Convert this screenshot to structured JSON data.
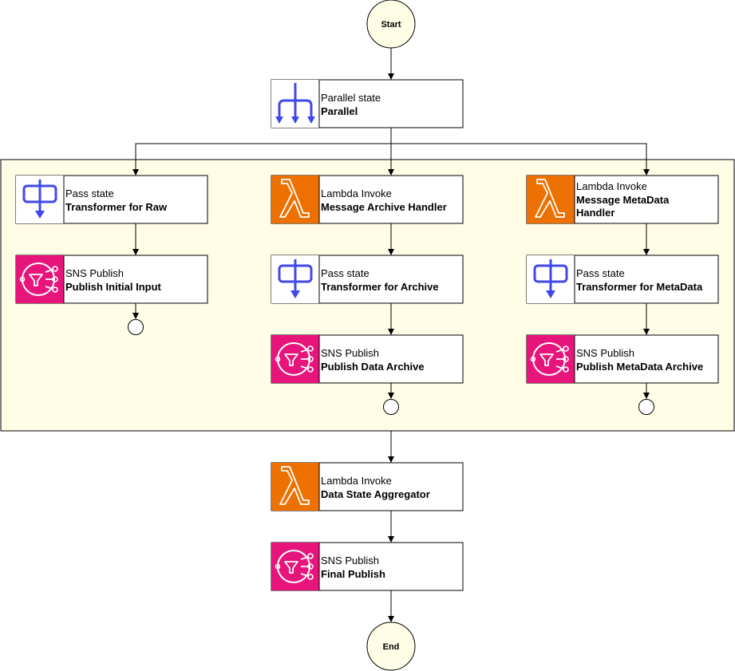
{
  "start_label": "Start",
  "end_label": "End",
  "colors": {
    "terminal_fill": "#fffde6",
    "parallel_region_fill": "#fffde6",
    "lambda_orange": "#ed7100",
    "sns_pink": "#e7157b",
    "state_blue": "#3f48e9"
  },
  "nodes": {
    "parallel": {
      "type": "Parallel state",
      "name": "Parallel",
      "icon": "parallel-state-icon"
    },
    "transformer_raw": {
      "type": "Pass state",
      "name": "Transformer for Raw",
      "icon": "pass-state-icon"
    },
    "publish_initial": {
      "type": "SNS Publish",
      "name": "Publish Initial Input",
      "icon": "sns-icon"
    },
    "archive_handler": {
      "type": "Lambda Invoke",
      "name": "Message Archive Handler",
      "icon": "lambda-icon"
    },
    "transformer_archive": {
      "type": "Pass state",
      "name": "Transformer for Archive",
      "icon": "pass-state-icon"
    },
    "publish_archive": {
      "type": "SNS Publish",
      "name": "Publish Data Archive",
      "icon": "sns-icon"
    },
    "metadata_handler": {
      "type": "Lambda Invoke",
      "name_line1": "Message MetaData",
      "name_line2": "Handler",
      "icon": "lambda-icon"
    },
    "transformer_metadata": {
      "type": "Pass state",
      "name": "Transformer for MetaData",
      "icon": "pass-state-icon"
    },
    "publish_metadata": {
      "type": "SNS Publish",
      "name": "Publish MetaData Archive",
      "icon": "sns-icon"
    },
    "aggregator": {
      "type": "Lambda Invoke",
      "name": "Data State Aggregator",
      "icon": "lambda-icon"
    },
    "final_publish": {
      "type": "SNS Publish",
      "name": "Final Publish",
      "icon": "sns-icon"
    }
  }
}
